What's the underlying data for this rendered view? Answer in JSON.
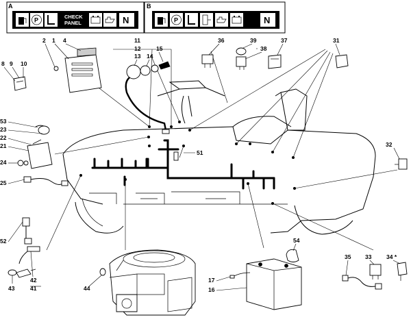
{
  "panels": {
    "a": {
      "letter": "A",
      "icons": [
        "fuel-icon",
        "parking-icon",
        "seat-icon",
        "battery-icon",
        "oil-can-icon",
        "neutral-icon"
      ],
      "check_panel": [
        "CHECK",
        "PANEL"
      ],
      "neutral_label": "N"
    },
    "b": {
      "letter": "B",
      "icons": [
        "fuel-icon",
        "parking-icon",
        "seat-icon",
        "grass-bag-icon",
        "oil-can-icon",
        "battery-icon",
        "neutral-icon"
      ],
      "neutral_label": "N"
    }
  },
  "callouts": {
    "c1": "1",
    "c2": "2",
    "c4": "4",
    "c8": "8",
    "c9": "9",
    "c10": "10",
    "c11": "11",
    "c12": "12",
    "c13": "13",
    "c14": "14",
    "c15": "15",
    "c16": "16",
    "c17": "17",
    "c21": "21",
    "c22": "22",
    "c23": "23",
    "c24": "24",
    "c25": "25",
    "c31": "31",
    "c32": "32",
    "c33": "33",
    "c34": "34 *",
    "c35": "35",
    "c36": "36",
    "c37": "37",
    "c38": "38",
    "c39": "39",
    "c41": "41",
    "c42": "42",
    "c43": "43",
    "c44": "44",
    "c51": "51",
    "c52": "52",
    "c53": "53",
    "c54": "54"
  }
}
